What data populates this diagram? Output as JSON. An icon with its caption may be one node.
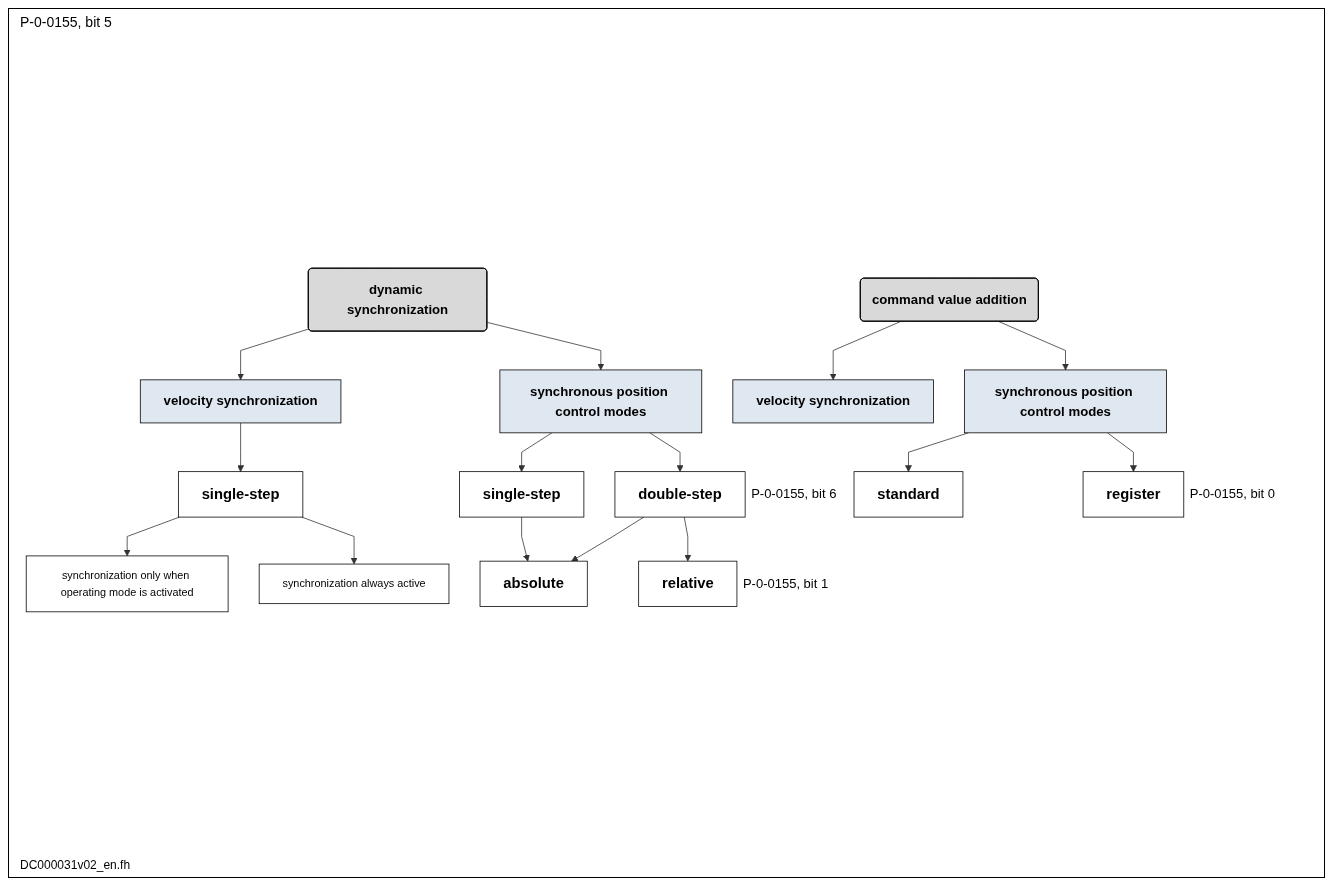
{
  "diagram": {
    "nodes": [
      {
        "text": [
          "dynamic synchronization"
        ]
      },
      {
        "text": [
          "velocity synchronization"
        ]
      },
      {
        "text": [
          "synchronous position control modes"
        ]
      },
      {
        "text": [
          "single-step"
        ]
      },
      {
        "text": [
          "single-step"
        ]
      },
      {
        "text": [
          "double-step"
        ],
        "beside": [
          "P-0-0155, bit 6"
        ]
      },
      {
        "text": [
          "synchronization only when operating mode is activated"
        ]
      },
      {
        "text": [
          "synchronization always active"
        ]
      },
      {
        "text": [
          "absolute"
        ]
      },
      {
        "text": [
          "relative"
        ],
        "beside": [
          "P-0-0155, bit 1"
        ]
      },
      {
        "text": [
          "command value addition"
        ]
      },
      {
        "text": [
          "velocity synchronization"
        ]
      },
      {
        "text": [
          "synchronous position control modes"
        ]
      },
      {
        "text": [
          "standard"
        ]
      },
      {
        "text": [
          "register"
        ],
        "beside": [
          "P-0-0155, bit 0"
        ]
      }
    ],
    "edges": [
      {
        "from": 0,
        "to": 1,
        "arrow": "to"
      },
      {
        "from": 0,
        "to": 2,
        "arrow": "to"
      },
      {
        "from": 1,
        "to": 3,
        "arrow": "to"
      },
      {
        "from": 2,
        "to": 4,
        "arrow": "to"
      },
      {
        "from": 2,
        "to": 5,
        "arrow": "to"
      },
      {
        "from": 3,
        "to": 6,
        "arrow": "to"
      },
      {
        "from": 3,
        "to": 7,
        "arrow": "to"
      },
      {
        "from": 4,
        "to": 8,
        "arrow": "to"
      },
      {
        "from": 5,
        "to": 8,
        "arrow": "to"
      },
      {
        "from": 5,
        "to": 9,
        "arrow": "to"
      },
      {
        "from": 10,
        "to": 11,
        "arrow": "to"
      },
      {
        "from": 10,
        "to": 12,
        "arrow": "to"
      },
      {
        "from": 12,
        "to": 13,
        "arrow": "to"
      },
      {
        "from": 12,
        "to": 14,
        "arrow": "to"
      }
    ],
    "labels": [
      "P-0-0155, bit 5",
      "DC000031v02_en.fh"
    ]
  }
}
